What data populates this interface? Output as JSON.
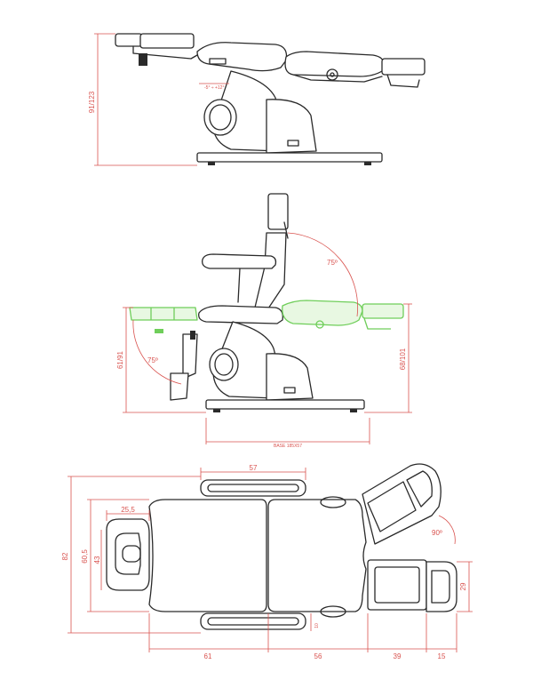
{
  "side_view": {
    "height_label": "91/123",
    "tilt_label": "-5° ÷ +12°"
  },
  "reclined_view": {
    "back_angle": "75º",
    "leg_angle": "75º",
    "left_height": "61/91",
    "right_height": "68/101",
    "base_label": "BASE 185X57"
  },
  "top_view": {
    "armrest_width": "57",
    "head_width": "25,5",
    "head_inner": "43",
    "head_outer": "60,5",
    "overall_width": "82",
    "foot_angle": "90º",
    "foot_width": "29",
    "arm_offset": "10",
    "seg_61": "61",
    "seg_56": "56",
    "seg_39": "39",
    "seg_15": "15"
  },
  "colors": {
    "line": "#2a2a2a",
    "dimension": "#d9534f",
    "alt_position": "#6fce5a"
  }
}
